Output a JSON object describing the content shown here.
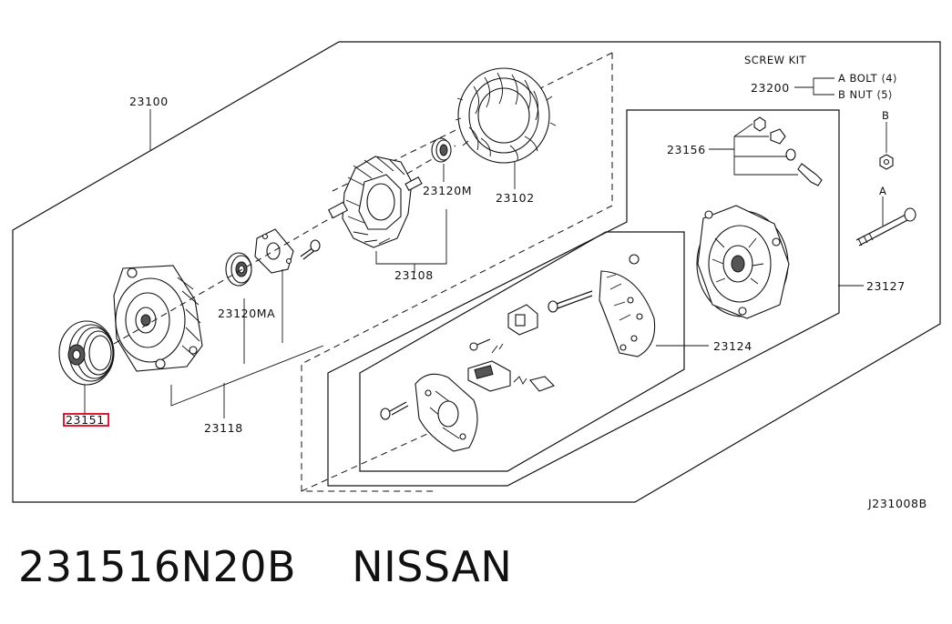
{
  "diagram": {
    "labels": {
      "alternator_assembly": "23100",
      "stator": "23102",
      "rotor": "23108",
      "bearing_rear": "23120M",
      "bearing_front": "23120MA",
      "front_cover": "23118",
      "pulley": "23151",
      "rear_cover": "23127",
      "regulator": "23124",
      "terminal_set": "23156",
      "screw_kit_part": "23200"
    },
    "screw_kit": {
      "title": "SCREW KIT",
      "items": [
        "A BOLT ⟨4⟩",
        "B NUT ⟨5⟩"
      ]
    },
    "callouts": {
      "bolt": "A",
      "nut": "B"
    },
    "reference": "J231008B"
  },
  "caption": {
    "part_number": "231516N20B",
    "brand": "NISSAN"
  },
  "colors": {
    "highlight": "#e0001b",
    "ink": "#111111"
  }
}
